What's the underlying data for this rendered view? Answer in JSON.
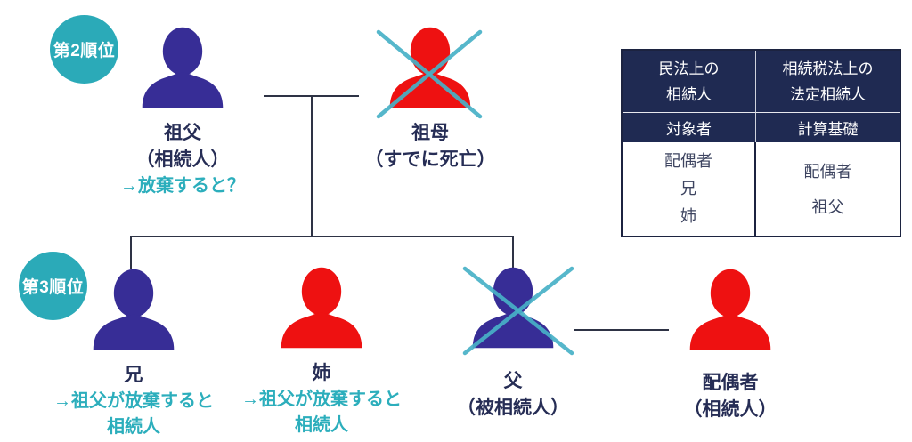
{
  "diagram_title": "inheritance-family-tree",
  "colors": {
    "person_indigo": "#372d96",
    "person_red": "#ee1111",
    "badge_teal": "#2baab8",
    "note_teal": "#2caebc",
    "label_navy": "#262d55",
    "tree_line": "#2e3345",
    "cross_teal": "#48b1c7",
    "table_header_bg": "#1f2a52",
    "table_body_text": "#3d4460"
  },
  "badges": {
    "rank2": "第2順位",
    "rank3": "第3順位"
  },
  "persons": {
    "grandfather": {
      "name": "祖父",
      "sub": "（相続人）",
      "note": "→放棄すると？"
    },
    "grandmother": {
      "name": "祖母",
      "sub": "（すでに死亡）"
    },
    "brother": {
      "name": "兄",
      "note": "→祖父が放棄すると\n相続人"
    },
    "sister": {
      "name": "姉",
      "note": "→祖父が放棄すると\n相続人"
    },
    "father": {
      "name": "父",
      "sub": "（被相続人）"
    },
    "spouse": {
      "name": "配偶者",
      "sub": "（相続人）"
    }
  },
  "table": {
    "col1_header": "民法上の\n相続人",
    "col2_header": "相続税法上の\n法定相続人",
    "col1_subheader": "対象者",
    "col2_subheader": "計算基礎",
    "col1_values": "配偶者\n兄\n姉",
    "col2_values": "配偶者\n祖父"
  }
}
